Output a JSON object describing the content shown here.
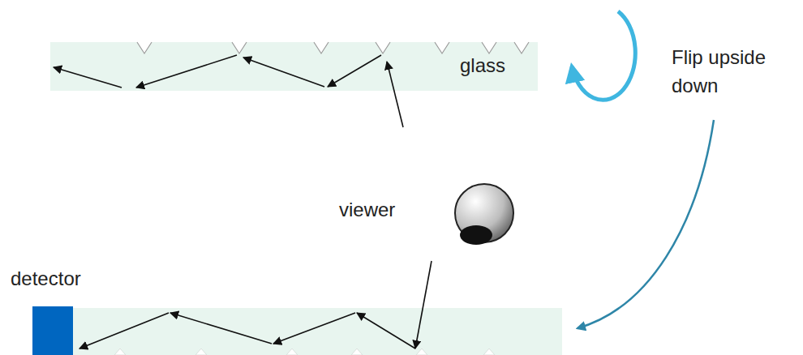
{
  "diagram": {
    "nodes": [
      {
        "text": [
          "glass"
        ]
      },
      {
        "text": [
          "detector"
        ]
      }
    ],
    "labels": [
      "viewer",
      "Flip upside down"
    ]
  }
}
